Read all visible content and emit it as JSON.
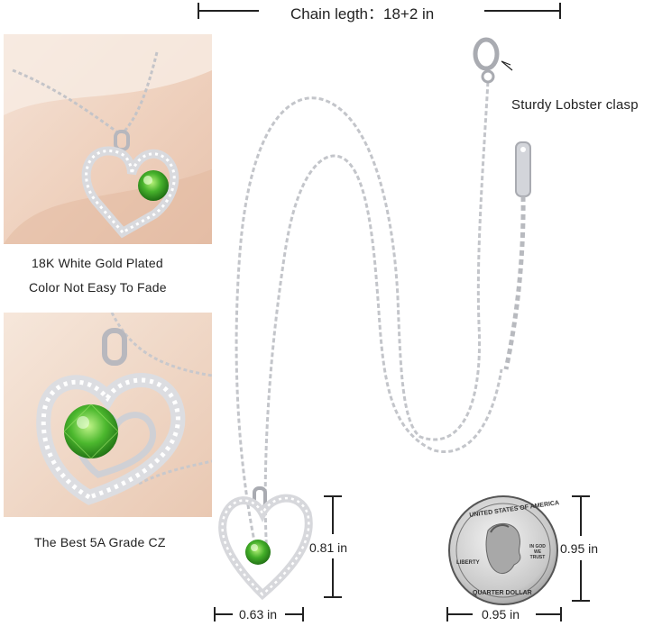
{
  "header": {
    "chain_length_label": "Chain legth：18+2 in"
  },
  "callouts": {
    "clasp_label": "Sturdy Lobster clasp"
  },
  "features": [
    {
      "line1": "18K White Gold Plated",
      "line2": "Color Not Easy To Fade"
    },
    {
      "line1": "The Best 5A Grade CZ"
    }
  ],
  "dimensions": {
    "pendant_height": "0.81 in",
    "pendant_width": "0.63 in",
    "coin_height": "0.95 in",
    "coin_width": "0.95 in"
  },
  "coin": {
    "top_text": "UNITED STATES OF AMERICA",
    "bottom_text": "QUARTER DOLLAR",
    "liberty": "LIBERTY",
    "motto": "IN GOD WE TRUST"
  },
  "colors": {
    "gem_green": "#3fae2a",
    "silver": "#c9cbd0",
    "photo_bg": "#f1dccd"
  }
}
